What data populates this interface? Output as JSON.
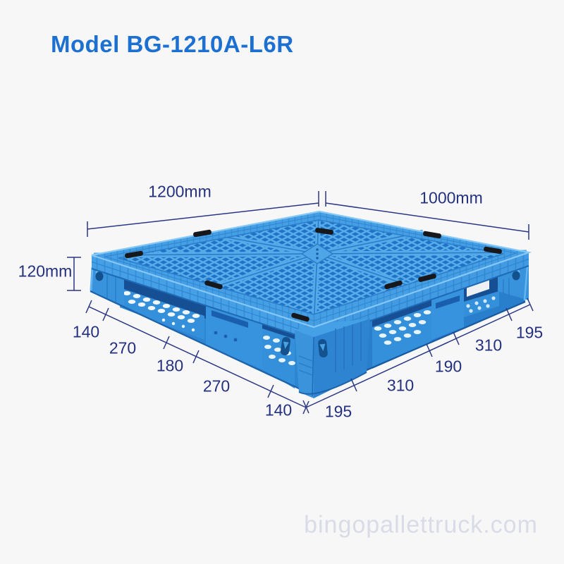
{
  "header": {
    "title": "Model BG-1210A-L6R"
  },
  "dimensions": {
    "width_label": "1200mm",
    "depth_label": "1000mm",
    "height_label": "120mm",
    "left_segments": [
      "140",
      "270",
      "180",
      "270",
      "140"
    ],
    "right_segments": [
      "195",
      "310",
      "190",
      "310",
      "195"
    ]
  },
  "watermark": {
    "text": "bingopallettruck.com"
  },
  "colors": {
    "title_blue": "#1b70d2",
    "dimension_navy": "#24317e",
    "pallet_light_rib": "#57abe9",
    "pallet_mid": "#2f87d6",
    "pallet_dark_hole": "#1d72c6",
    "watermark_gray": "#d9dbe6"
  }
}
